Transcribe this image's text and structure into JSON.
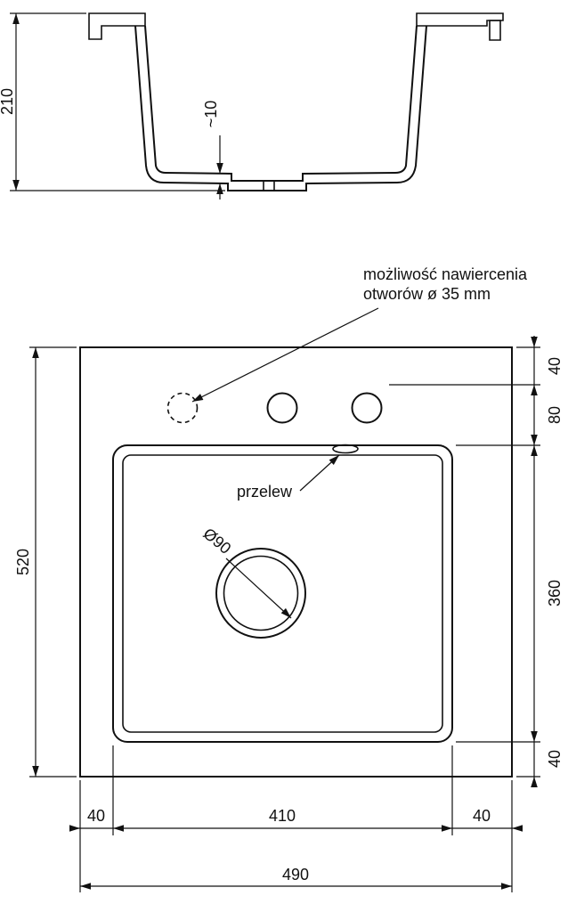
{
  "colors": {
    "line": "#111111",
    "background": "#ffffff"
  },
  "annotations": {
    "drill_note_line1": "możliwość nawiercenia",
    "drill_note_line2": "otworów ø 35 mm",
    "overflow": "przelew",
    "drain_diameter": "Ø90"
  },
  "dimensions": {
    "section_height": "210",
    "bottom_thickness": "~10",
    "plan_height": "520",
    "right_top": "40",
    "right_upper": "80",
    "right_middle": "360",
    "right_bottom": "40",
    "bottom_left": "40",
    "bottom_center": "410",
    "bottom_right": "40",
    "total_width": "490"
  }
}
